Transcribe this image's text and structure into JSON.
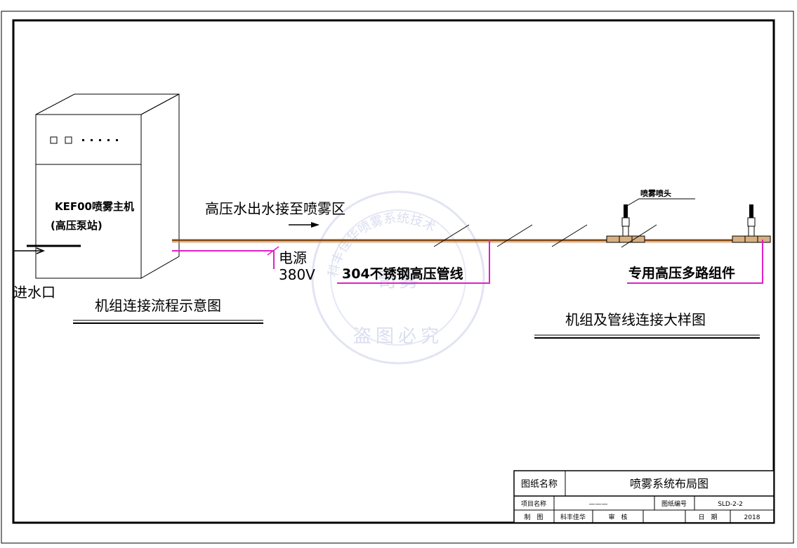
{
  "diagram": {
    "unit_label_line1": "KEF00喷雾主机",
    "unit_label_line2": "(高压泵站)",
    "water_inlet": "进水口",
    "hp_outlet": "高压水出水接至喷雾区",
    "power_line1": "电源",
    "power_line2": "380V",
    "pipeline": "304不锈钢高压管线",
    "nozzle": "喷雾喷头",
    "manifold": "专用高压多路组件",
    "caption_left": "机组连接流程示意图",
    "caption_right": "机组及管线连接大样图"
  },
  "title_block": {
    "drawing_name_label": "图纸名称",
    "drawing_name_value": "喷雾系统布局图",
    "project_name_label": "项目名称",
    "project_name_value": "———",
    "drawing_no_label": "图纸编号",
    "drawing_no_value": "SLD-2-2",
    "drawn_label": "制　图",
    "drawn_value": "科丰佳华",
    "review_label": "审　核",
    "date_label": "日　期",
    "date_value": "2018"
  },
  "watermark": {
    "arc_text": "科丰佳华喷雾系统技术",
    "bottom_text": "盗图必究",
    "center_text": "奇雾"
  },
  "colors": {
    "pipe": "#8b4a12",
    "power": "#e020c8",
    "watermark": "#d8dcef"
  }
}
